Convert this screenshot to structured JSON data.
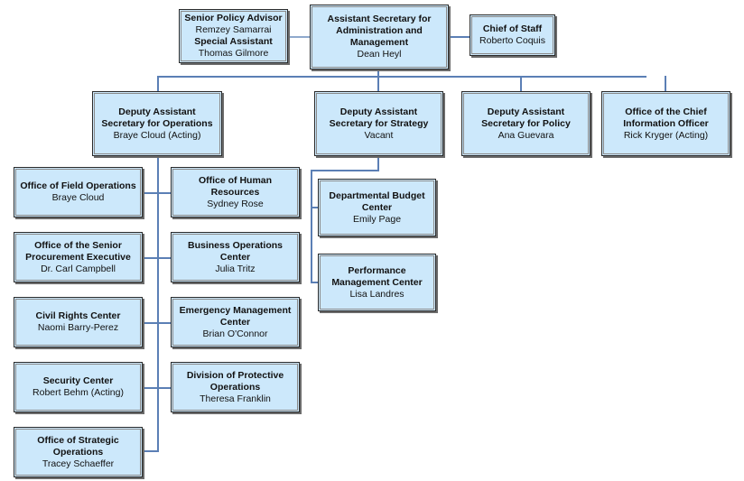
{
  "chart_title": "Organizational Chart",
  "top": {
    "advisors": {
      "title1": "Senior Policy Advisor",
      "name1": "Remzey Samarrai",
      "title2": "Special Assistant",
      "name2": "Thomas Gilmore"
    },
    "head": {
      "title": "Assistant Secretary for Administration and Management",
      "name": "Dean Heyl"
    },
    "chief_of_staff": {
      "title": "Chief of Staff",
      "name": "Roberto Coquis"
    }
  },
  "deputies": [
    {
      "title": "Deputy Assistant Secretary for Operations",
      "name": "Braye Cloud (Acting)"
    },
    {
      "title": "Deputy Assistant Secretary for Strategy",
      "name": "Vacant"
    },
    {
      "title": "Deputy Assistant Secretary for Policy",
      "name": "Ana Guevara"
    },
    {
      "title": "Office of the Chief Information Officer",
      "name": "Rick Kryger (Acting)"
    }
  ],
  "operations_left": [
    {
      "title": "Office of Field Operations",
      "name": "Braye Cloud"
    },
    {
      "title": "Office of the Senior Procurement Executive",
      "name": "Dr. Carl Campbell"
    },
    {
      "title": "Civil Rights Center",
      "name": "Naomi Barry-Perez"
    },
    {
      "title": "Security Center",
      "name": "Robert Behm (Acting)"
    },
    {
      "title": "Office of Strategic Operations",
      "name": "Tracey Schaeffer"
    }
  ],
  "operations_right": [
    {
      "title": "Office of Human Resources",
      "name": "Sydney Rose"
    },
    {
      "title": "Business Operations Center",
      "name": "Julia Tritz"
    },
    {
      "title": "Emergency Management Center",
      "name": "Brian O'Connor"
    },
    {
      "title": "Division of Protective Operations",
      "name": "Theresa Franklin"
    }
  ],
  "strategy_units": [
    {
      "title": "Departmental Budget Center",
      "name": "Emily Page"
    },
    {
      "title": "Performance Management Center",
      "name": "Lisa Landres"
    }
  ],
  "colors": {
    "box_fill": "#cce8fb",
    "connector": "#5b7fb5"
  }
}
